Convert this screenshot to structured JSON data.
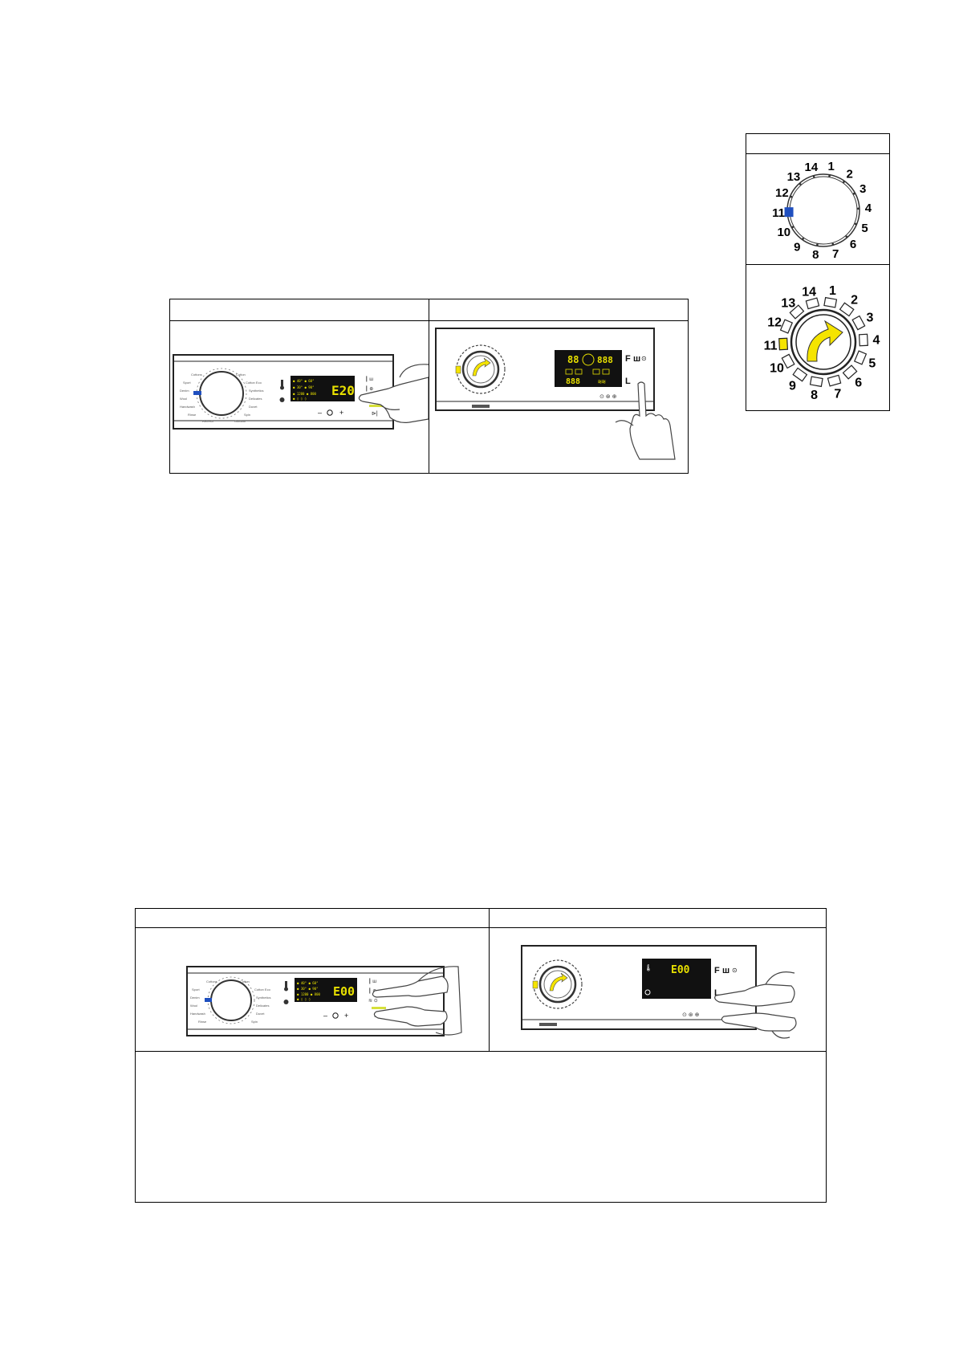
{
  "dial_top": {
    "numbers": [
      "1",
      "2",
      "3",
      "4",
      "5",
      "6",
      "7",
      "8",
      "9",
      "10",
      "11",
      "12",
      "13",
      "14"
    ],
    "selected": "11",
    "marker_color": "#1f4fbf"
  },
  "dial_bottom": {
    "numbers": [
      "1",
      "2",
      "3",
      "4",
      "5",
      "6",
      "7",
      "8",
      "9",
      "10",
      "11",
      "12",
      "13",
      "14"
    ],
    "selected": "11",
    "marker_color": "#f5e400",
    "arrow_color": "#f5e400"
  },
  "figure_1": {
    "left_display": "E20",
    "right_display": "888"
  },
  "figure_2": {
    "left_display": "E00",
    "right_display": "E00"
  },
  "accent": {
    "lcd_background": "#111111",
    "lcd_text": "#e8e000"
  }
}
